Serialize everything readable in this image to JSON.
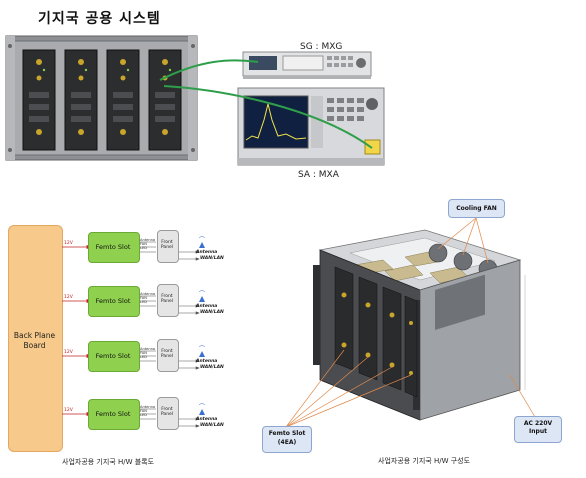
{
  "title": "기지국 공용 시스템",
  "instruments": {
    "sg_label": "SG : MXG",
    "sa_label": "SA : MXA"
  },
  "block_diagram": {
    "backplane_label": "Back Plane Board",
    "voltage_label": "12V",
    "femto_label": "Femto Slot",
    "interface_text": "Antenna\nFAN\nLED",
    "front_panel_label": "Front Panel",
    "antenna_label": "Antenna",
    "wan_label": "WAN/LAN",
    "slot_count": 4,
    "caption": "사업자공용 기지국 H/W 블록도"
  },
  "chassis": {
    "cooling_fan": "Cooling FAN",
    "femto_slot": "Femto Slot\n(4EA)",
    "ac_input": "AC 220V\nInput",
    "caption": "사업자공용 기지국 H/W 구성도"
  },
  "colors": {
    "femto_fill": "#8fd14f",
    "backplane_fill": "#f7c98a",
    "cable_green": "#2e9e4a",
    "callout_fill": "#dde6f5",
    "leader_orange": "#e08a4a"
  }
}
